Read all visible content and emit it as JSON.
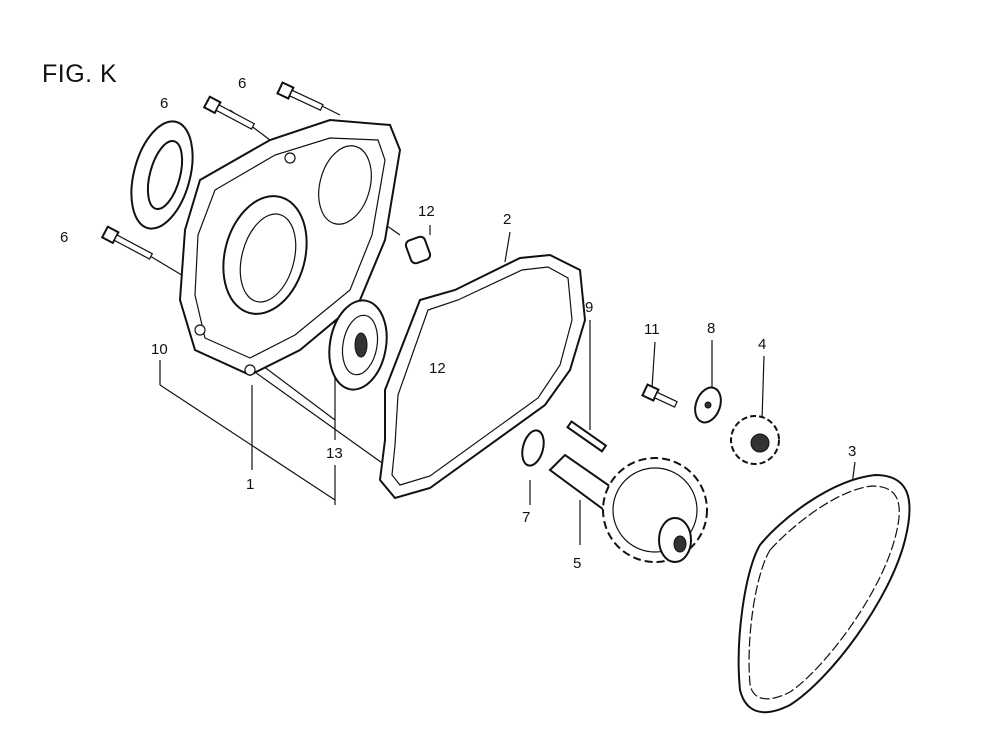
{
  "title": "FIG. K",
  "callouts": {
    "c6a": "6",
    "c6b": "6",
    "c6c": "6",
    "c12a": "12",
    "c12b": "12",
    "c2": "2",
    "c11": "11",
    "c8": "8",
    "c4": "4",
    "c9": "9",
    "c3": "3",
    "c10": "10",
    "c13": "13",
    "c1": "1",
    "c7": "7",
    "c5": "5"
  }
}
